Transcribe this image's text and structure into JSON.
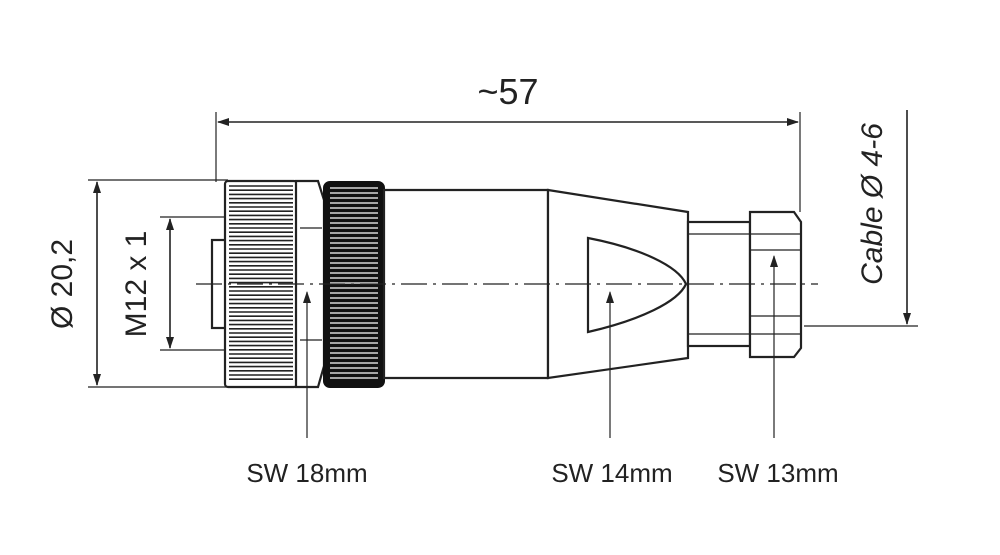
{
  "dimensions": {
    "overall_length": "~57",
    "outer_diameter": "Ø 20,2",
    "thread": "M12 x 1",
    "cable": "Cable Ø 4-6"
  },
  "wrench_sizes": {
    "coupling_nut": "SW 18mm",
    "body": "SW 14mm",
    "cable_nut": "SW 13mm"
  },
  "colors": {
    "line": "#222222",
    "knurl": "#111111",
    "background": "#ffffff"
  }
}
